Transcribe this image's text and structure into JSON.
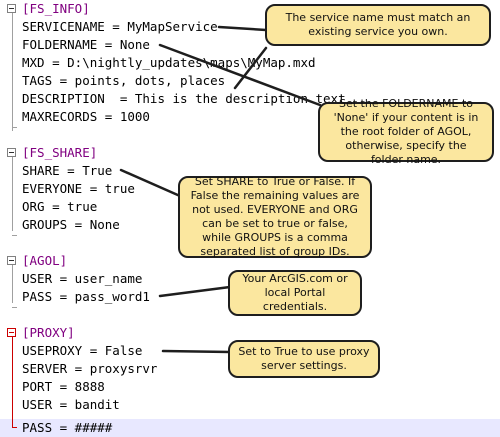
{
  "editor": {
    "lines": [
      {
        "text": "[FS_INFO]",
        "section": true
      },
      {
        "text": "SERVICENAME = MyMapService"
      },
      {
        "text": "FOLDERNAME = None"
      },
      {
        "text": "MXD = D:\\nightly_updates\\maps\\MyMap.mxd"
      },
      {
        "text": "TAGS = points, dots, places"
      },
      {
        "text": "DESCRIPTION  = This is the description text"
      },
      {
        "text": "MAXRECORDS = 1000"
      },
      {
        "text": ""
      },
      {
        "text": "[FS_SHARE]",
        "section": true
      },
      {
        "text": "SHARE = True"
      },
      {
        "text": "EVERYONE = true"
      },
      {
        "text": "ORG = true"
      },
      {
        "text": "GROUPS = None"
      },
      {
        "text": ""
      },
      {
        "text": "[AGOL]",
        "section": true
      },
      {
        "text": "USER = user_name"
      },
      {
        "text": "PASS = pass_word1"
      },
      {
        "text": ""
      },
      {
        "text": "[PROXY]",
        "section": true
      },
      {
        "text": "USEPROXY = False"
      },
      {
        "text": "SERVER = proxysrvr"
      },
      {
        "text": "PORT = 8888"
      },
      {
        "text": "USER = bandit"
      },
      {
        "text": "PASS = #####"
      }
    ]
  },
  "callouts": {
    "servicename": "The service name must match an existing service you own.",
    "foldername": "Set the FOLDERNAME to 'None' if your content is in the root folder of AGOL, otherwise, specify the folder name.",
    "share": "Set SHARE to True or False. If False the remaining values are not used. EVERYONE and ORG can be set to true or false, while GROUPS is a comma separated list of group IDs.",
    "agol": "Your ArcGIS.com or local Portal credentials.",
    "proxy": "Set to True to use proxy server settings."
  },
  "colors": {
    "section_text": "#800080",
    "callout_fill": "#fbe79f",
    "current_line": "#e8e8ff",
    "fold_marker_active": "#cc0000"
  }
}
